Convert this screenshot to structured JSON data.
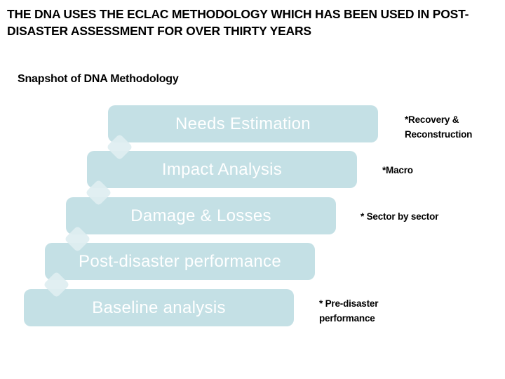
{
  "slide": {
    "title_line1": "THE DNA USES THE ECLAC METHODOLOGY WHICH HAS BEEN USED IN POST-",
    "title_line2": "DISASTER ASSESSMENT FOR OVER THIRTY YEARS",
    "subtitle": "Snapshot of DNA Methodology"
  },
  "diagram": {
    "type": "step-down-process",
    "bar_fill_color": "#C4E0E5",
    "diamond_fill_color": "#DEEEF1",
    "bar_label_color": "#FFFFFF",
    "annotation_text_color": "#000000",
    "steps": [
      {
        "label": "Needs Estimation",
        "annotation_line1": "*Recovery &",
        "annotation_line2": "Reconstruction"
      },
      {
        "label": "Impact Analysis",
        "annotation_line1": "*Macro",
        "annotation_line2": ""
      },
      {
        "label": "Damage & Losses",
        "annotation_line1": "* Sector by sector",
        "annotation_line2": ""
      },
      {
        "label": "Post-disaster performance",
        "annotation_line1": "",
        "annotation_line2": ""
      },
      {
        "label": "Baseline analysis",
        "annotation_line1": "* Pre-disaster",
        "annotation_line2": "performance"
      }
    ]
  }
}
